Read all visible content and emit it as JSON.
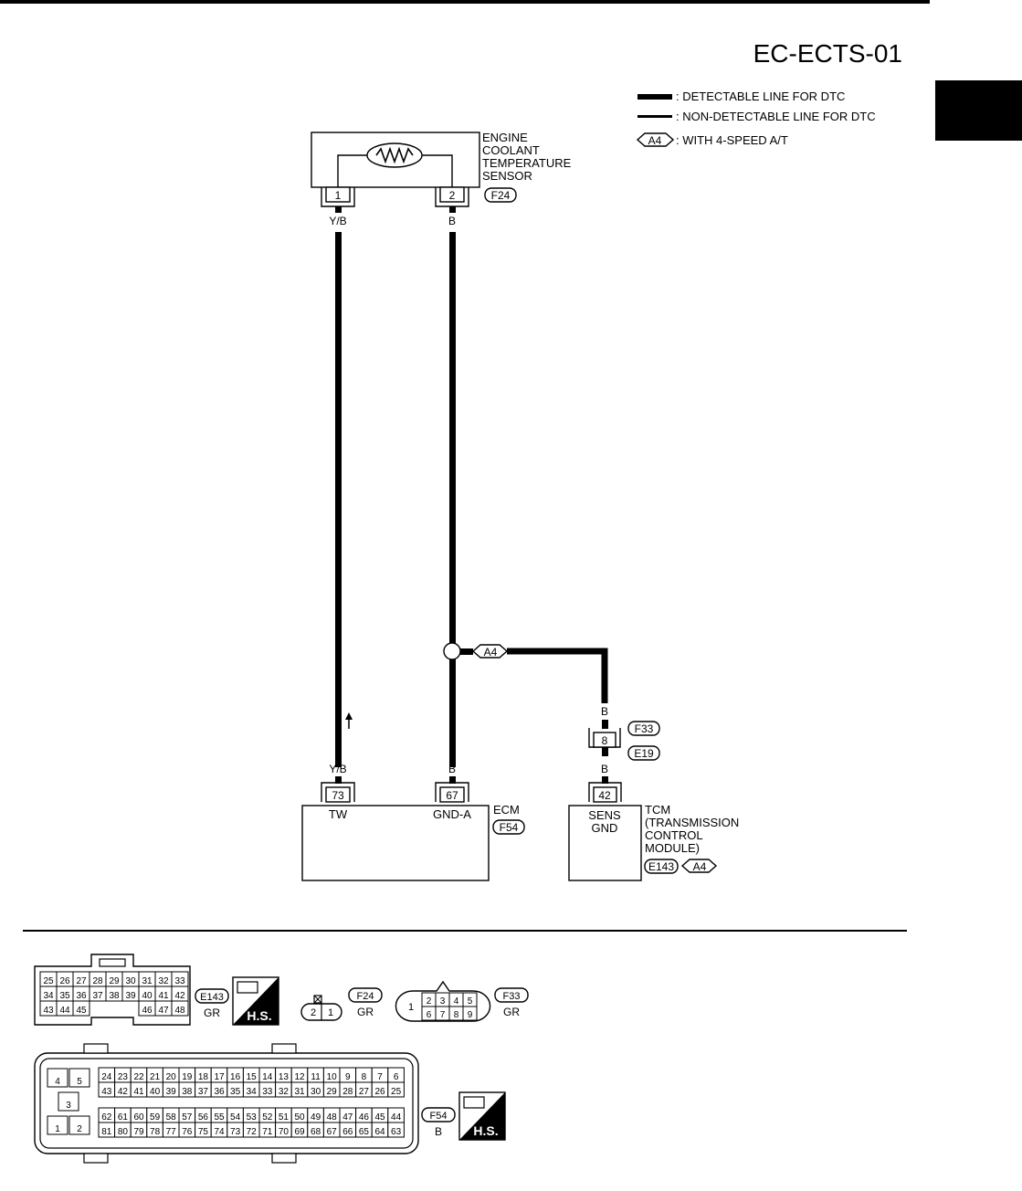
{
  "page_id": "EC-ECTS-01",
  "legend": [
    {
      "kind": "detectable",
      "text": ": DETECTABLE LINE FOR DTC"
    },
    {
      "kind": "non-detectable",
      "text": ": NON-DETECTABLE LINE FOR DTC"
    },
    {
      "kind": "option",
      "code": "A4",
      "text": ": WITH 4-SPEED A/T"
    }
  ],
  "sensor": {
    "name_lines": [
      "ENGINE",
      "COOLANT",
      "TEMPERATURE",
      "SENSOR"
    ],
    "connector": "F24",
    "pins": [
      "1",
      "2"
    ],
    "wire_colors": [
      "Y/B",
      "B"
    ]
  },
  "splice_option": "A4",
  "joint": {
    "pin": "8",
    "wire_color_top": "B",
    "wire_color_bottom": "B",
    "connectors": [
      "F33",
      "E19"
    ]
  },
  "ecm": {
    "name": "ECM",
    "connector": "F54",
    "pins": [
      "73",
      "67"
    ],
    "terminal_labels": [
      "TW",
      "GND-A"
    ],
    "wire_colors": [
      "Y/B",
      "B"
    ]
  },
  "tcm": {
    "name_lines": [
      "TCM",
      "(TRANSMISSION",
      "CONTROL",
      "MODULE)"
    ],
    "pin": "42",
    "terminal_label_lines": [
      "SENS",
      "GND"
    ],
    "wire_color": "B",
    "connector": "E143",
    "option": "A4"
  },
  "connector_views": {
    "e143": {
      "id": "E143",
      "color": "GR",
      "hs_label": "H.S.",
      "rows": [
        [
          "25",
          "26",
          "27",
          "28",
          "29",
          "30",
          "31",
          "32",
          "33"
        ],
        [
          "34",
          "35",
          "36",
          "37",
          "38",
          "39",
          "40",
          "41",
          "42"
        ],
        [
          "43",
          "44",
          "45",
          "46",
          "47",
          "48"
        ]
      ]
    },
    "f24": {
      "id": "F24",
      "color": "GR",
      "pins": [
        "2",
        "1"
      ]
    },
    "f33": {
      "id": "F33",
      "color": "GR",
      "left_pin": "1",
      "rows": [
        [
          "2",
          "3",
          "4",
          "5"
        ],
        [
          "6",
          "7",
          "8",
          "9"
        ]
      ]
    },
    "f54": {
      "id": "F54",
      "color": "B",
      "hs_label": "H.S.",
      "left_block": [
        "4",
        "5",
        "3",
        "1",
        "2"
      ],
      "rows": [
        [
          "24",
          "23",
          "22",
          "21",
          "20",
          "19",
          "18",
          "17",
          "16",
          "15",
          "14",
          "13",
          "12",
          "11",
          "10",
          "9",
          "8",
          "7",
          "6"
        ],
        [
          "43",
          "42",
          "41",
          "40",
          "39",
          "38",
          "37",
          "36",
          "35",
          "34",
          "33",
          "32",
          "31",
          "30",
          "29",
          "28",
          "27",
          "26",
          "25"
        ],
        [
          "62",
          "61",
          "60",
          "59",
          "58",
          "57",
          "56",
          "55",
          "54",
          "53",
          "52",
          "51",
          "50",
          "49",
          "48",
          "47",
          "46",
          "45",
          "44"
        ],
        [
          "81",
          "80",
          "79",
          "78",
          "77",
          "76",
          "75",
          "74",
          "73",
          "72",
          "71",
          "70",
          "69",
          "68",
          "67",
          "66",
          "65",
          "64",
          "63"
        ]
      ]
    }
  }
}
